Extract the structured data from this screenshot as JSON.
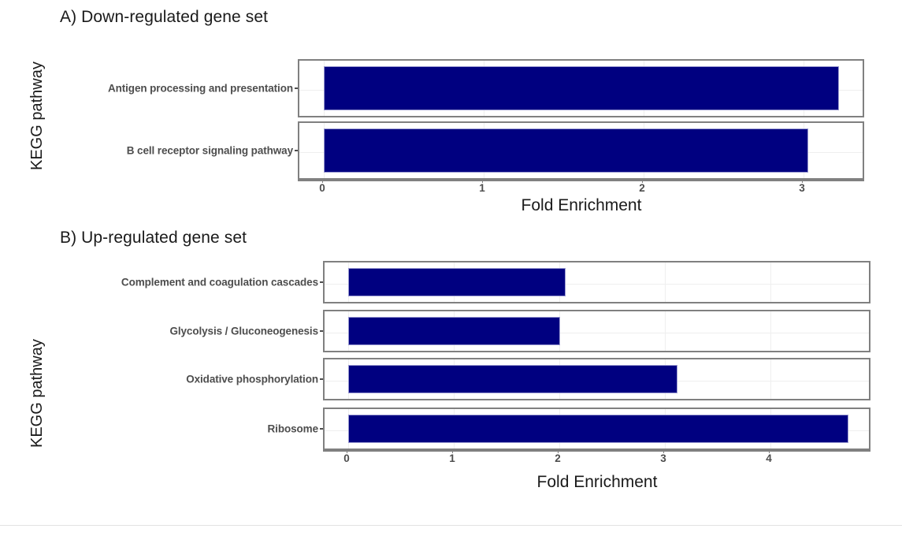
{
  "figure": {
    "background": "#ffffff",
    "bar_color": "#000080",
    "panel_border_color": "#808080",
    "grid_color": "#efefef",
    "label_color": "#4d4d4d"
  },
  "panels": [
    {
      "id": "A",
      "title": "A) Down-regulated gene set",
      "y_axis_title": "KEGG pathway",
      "x_axis_title": "Fold Enrichment"
    },
    {
      "id": "B",
      "title": "B) Up-regulated gene set",
      "y_axis_title": "KEGG pathway",
      "x_axis_title": "Fold Enrichment"
    }
  ],
  "chart_data": [
    {
      "type": "bar",
      "orientation": "horizontal",
      "title": "A) Down-regulated gene set",
      "xlabel": "Fold Enrichment",
      "ylabel": "KEGG pathway",
      "categories": [
        "Antigen processing and presentation",
        "B cell receptor signaling pathway"
      ],
      "values": [
        3.22,
        3.03
      ],
      "xlim": [
        0,
        3.39
      ],
      "xticks": [
        0,
        1,
        2,
        3
      ],
      "xticklabels": [
        "0",
        "1",
        "2",
        "3"
      ],
      "grid": true,
      "legend": "none",
      "faceted": true
    },
    {
      "type": "bar",
      "orientation": "horizontal",
      "title": "B) Up-regulated gene set",
      "xlabel": "Fold Enrichment",
      "ylabel": "KEGG pathway",
      "categories": [
        "Complement and coagulation cascades",
        "Glycolysis / Gluconeogenesis",
        "Oxidative phosphorylation",
        "Ribosome"
      ],
      "values": [
        2.06,
        2.01,
        3.12,
        4.74
      ],
      "xlim": [
        0,
        5.0
      ],
      "xticks": [
        0,
        1,
        2,
        3,
        4
      ],
      "xticklabels": [
        "0",
        "1",
        "2",
        "3",
        "4"
      ],
      "grid": true,
      "legend": "none",
      "faceted": true
    }
  ]
}
